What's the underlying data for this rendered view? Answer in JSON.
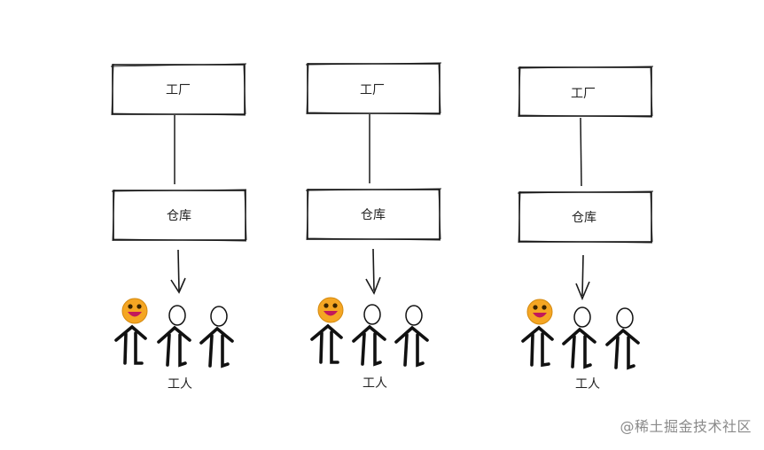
{
  "colors": {
    "stroke": "#1a1a1a",
    "text": "#222222",
    "watermark": "#8a8a8a",
    "emoji_face": "#f5a623",
    "emoji_mouth": "#c2185b"
  },
  "columns": [
    {
      "factory_label": "工厂",
      "warehouse_label": "仓库",
      "workers_label": "工人",
      "workers": [
        "emoji-smiley-icon",
        "stick-figure-icon",
        "stick-figure-icon"
      ]
    },
    {
      "factory_label": "工厂",
      "warehouse_label": "仓库",
      "workers_label": "工人",
      "workers": [
        "emoji-smiley-icon",
        "stick-figure-icon",
        "stick-figure-icon"
      ]
    },
    {
      "factory_label": "工厂",
      "warehouse_label": "仓库",
      "workers_label": "工人",
      "workers": [
        "emoji-smiley-icon",
        "stick-figure-icon",
        "stick-figure-icon"
      ]
    }
  ],
  "watermark": "@稀土掘金技术社区"
}
